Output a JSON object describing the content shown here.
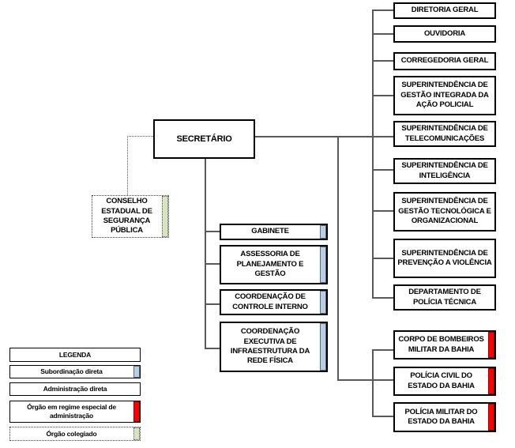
{
  "org_chart": {
    "root": "SECRETÁRIO",
    "collegiate": "CONSELHO ESTADUAL DE SEGURANÇA PÚBLICA",
    "subordination": [
      "GABINETE",
      "ASSESSORIA DE PLANEJAMENTO E GESTÃO",
      "COORDENAÇÃO DE CONTROLE INTERNO",
      "COORDENAÇÃO EXECUTIVA DE INFRAESTRUTURA DA REDE FÍSICA"
    ],
    "administration": [
      "DIRETORIA GERAL",
      "OUVIDORIA",
      "CORREGEDORIA GERAL",
      "SUPERINTENDÊNCIA DE GESTÃO INTEGRADA DA AÇÃO POLICIAL",
      "SUPERINTENDÊNCIA DE TELECOMUNICAÇÕES",
      "SUPERINTENDÊNCIA DE INTELIGÊNCIA",
      "SUPERINTENDÊNCIA DE GESTÃO TECNOLÓGICA E ORGANIZACIONAL",
      "SUPERINTENDÊNCIA DE PREVENÇÃO A VIOLÊNCIA",
      "DEPARTAMENTO DE POLÍCIA TÉCNICA"
    ],
    "special_regime": [
      "CORPO DE BOMBEIROS MILITAR DA BAHIA",
      "POLÍCIA CIVIL DO ESTADO DA BAHIA",
      "POLÍCIA MILITAR DO ESTADO DA BAHIA"
    ]
  },
  "legend": {
    "title": "LEGENDA",
    "items": [
      {
        "label": "Subordinação direta",
        "marker": "blue"
      },
      {
        "label": "Administração direta",
        "marker": "none"
      },
      {
        "label": "Órgão em regime especial de administração",
        "marker": "red"
      },
      {
        "label": "Órgão colegiado",
        "marker": "green"
      }
    ]
  },
  "colors": {
    "subordination_blue": "#B9CDE4",
    "special_regime_red": "#FF0000",
    "collegiate_green": "#D7E4BD",
    "connector_gray": "#595959"
  }
}
